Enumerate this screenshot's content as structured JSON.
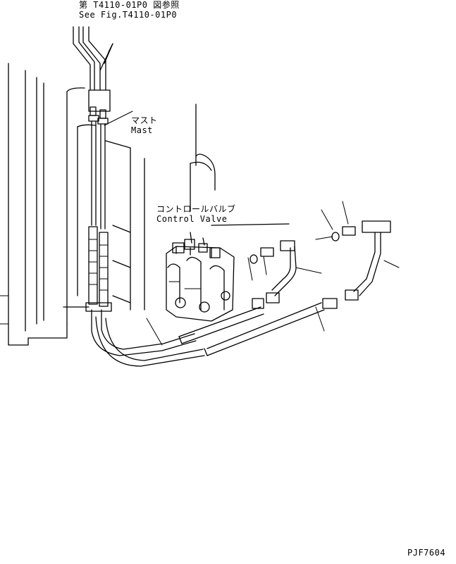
{
  "labels": {
    "ref_jp": "第 T4110-01P0 図参照",
    "ref_en": "See Fig.T4110-01P0",
    "mast_jp": "マスト",
    "mast_en": "Mast",
    "valve_jp": "コントロールバルブ",
    "valve_en": "Control Valve",
    "drawing_code": "PJF7604"
  }
}
